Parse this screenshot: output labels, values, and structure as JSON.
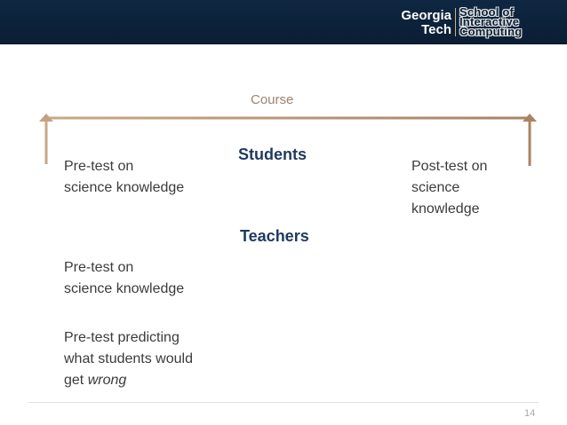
{
  "header": {
    "logo_gt_line1": "Georgia",
    "logo_gt_line2": "Tech",
    "logo_school_line1": "School of",
    "logo_school_line2": "Interactive",
    "logo_school_line3": "Computing",
    "accent_color": "#c9b37a",
    "background_color": "#0f2742"
  },
  "slide": {
    "course_label": "Course",
    "students_heading": "Students",
    "teachers_heading": "Teachers",
    "students_pretest_line1": "Pre-test on",
    "students_pretest_line2": "science knowledge",
    "students_posttest_line1": "Post-test on",
    "students_posttest_line2": "science",
    "students_posttest_line3": "knowledge",
    "teachers_pretest_line1": "Pre-test on",
    "teachers_pretest_line2": "science knowledge",
    "teachers_predict_line1": "Pre-test predicting",
    "teachers_predict_line2": "what students would",
    "teachers_predict_line3_plain": "get ",
    "teachers_predict_line3_emph": "wrong",
    "arrow_color": "#b79271"
  },
  "footer": {
    "page_number": "14"
  }
}
